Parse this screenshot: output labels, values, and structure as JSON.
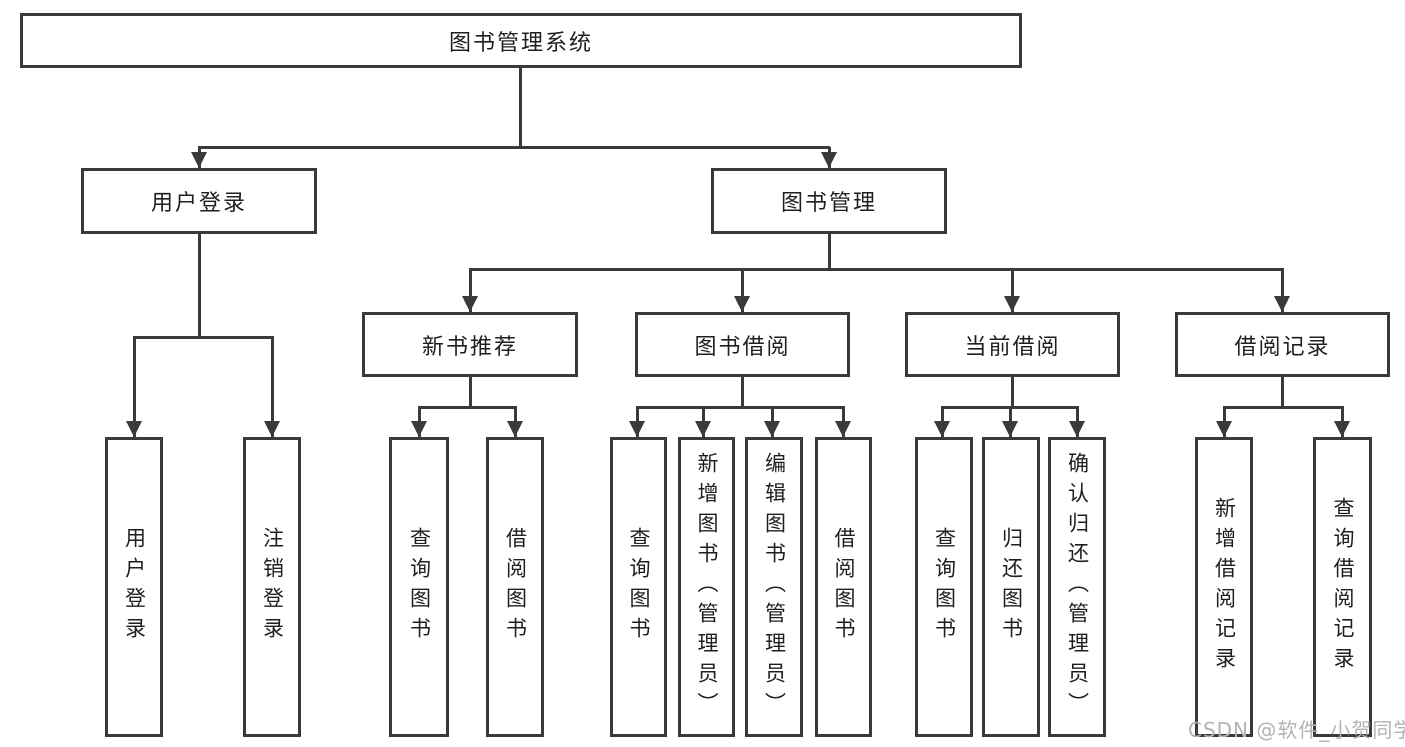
{
  "title": "图书管理系统",
  "watermark": "CSDN @软件_小贺同学",
  "colors": {
    "line": "#3a3a3a",
    "text": "#1f1f1f",
    "watermark": "#b3b3b3",
    "background": "#ffffff"
  },
  "tree": {
    "label": "图书管理系统",
    "children": [
      {
        "label": "用户登录",
        "children": [
          {
            "label": "用户登录"
          },
          {
            "label": "注销登录"
          }
        ]
      },
      {
        "label": "图书管理",
        "children": [
          {
            "label": "新书推荐",
            "children": [
              {
                "label": "查询图书"
              },
              {
                "label": "借阅图书"
              }
            ]
          },
          {
            "label": "图书借阅",
            "children": [
              {
                "label": "查询图书"
              },
              {
                "label": "新增图书（管理员）"
              },
              {
                "label": "编辑图书（管理员）"
              },
              {
                "label": "借阅图书"
              }
            ]
          },
          {
            "label": "当前借阅",
            "children": [
              {
                "label": "查询图书"
              },
              {
                "label": "归还图书"
              },
              {
                "label": "确认归还（管理员）"
              }
            ]
          },
          {
            "label": "借阅记录",
            "children": [
              {
                "label": "新增借阅记录"
              },
              {
                "label": "查询借阅记录"
              }
            ]
          }
        ]
      }
    ]
  }
}
